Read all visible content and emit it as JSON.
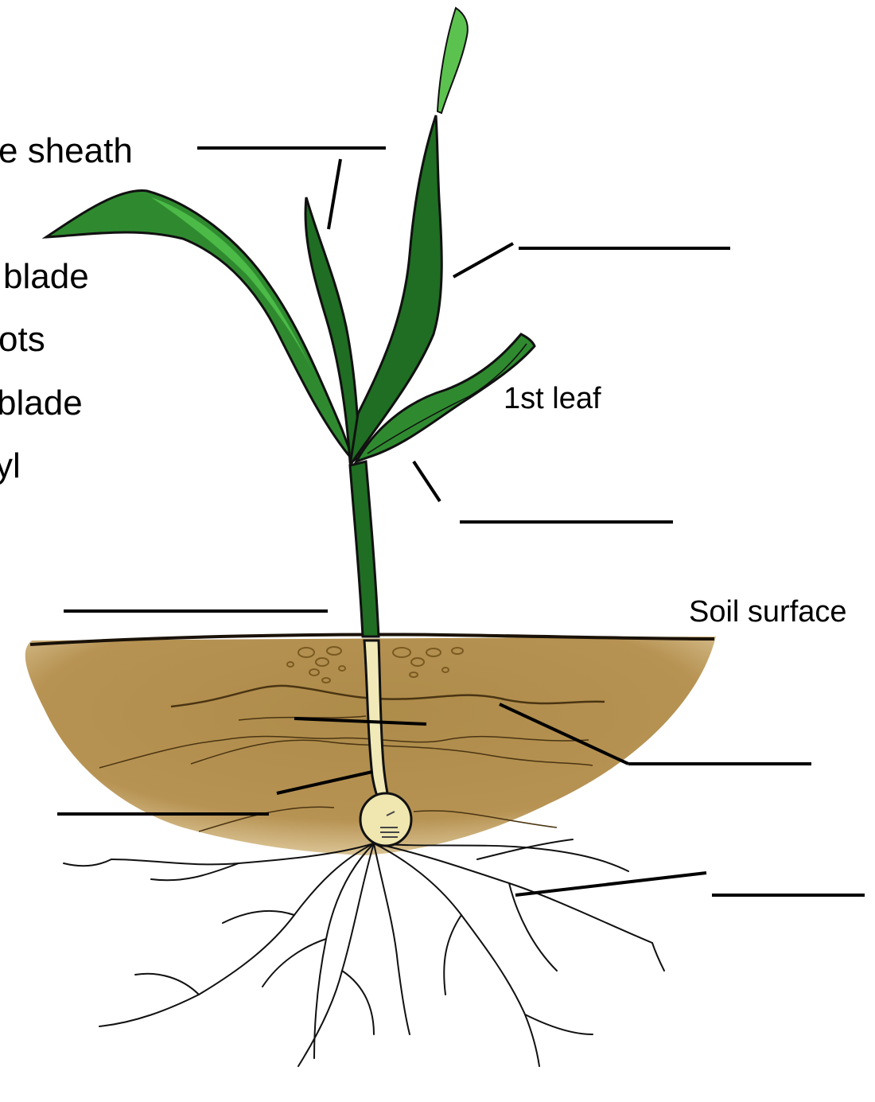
{
  "diagram": {
    "word_bank": [
      "e sheath",
      "blade",
      "ots",
      "blade",
      "yl"
    ],
    "labels": {
      "first_leaf": "1st leaf",
      "soil_surface": "Soil surface"
    },
    "colors": {
      "leaf_dark": "#1f6e23",
      "leaf_light": "#3aa53a",
      "leaf_tip": "#5cc24f",
      "soil": "#b08a45",
      "soil_edge": "#d2b47a",
      "mesocotyl": "#f1eab8",
      "seed": "#efe6b0",
      "outline": "#111111"
    }
  }
}
